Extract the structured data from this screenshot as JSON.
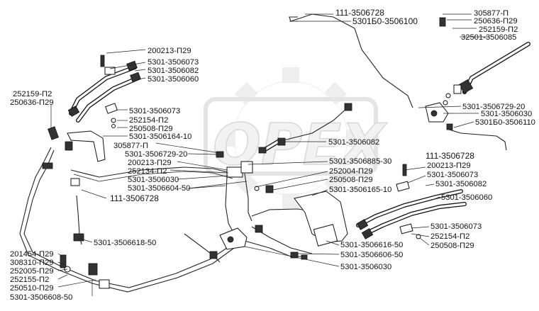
{
  "watermark": {
    "text": "OPEX"
  },
  "labels": [
    {
      "id": "l01",
      "text": "111-3506728"
    },
    {
      "id": "l02",
      "text": "5301Б0-3506100"
    },
    {
      "id": "l03",
      "text": "305877-П"
    },
    {
      "id": "l04",
      "text": "250636-П29"
    },
    {
      "id": "l05",
      "text": "252159-П2"
    },
    {
      "id": "l06",
      "text": "32501-3506085"
    },
    {
      "id": "l07",
      "text": "200213-П29"
    },
    {
      "id": "l08",
      "text": "5301-3506073"
    },
    {
      "id": "l09",
      "text": "5301-3506082"
    },
    {
      "id": "l10",
      "text": "5301-3506060"
    },
    {
      "id": "l11",
      "text": "252159-П2"
    },
    {
      "id": "l12",
      "text": "250636-П29"
    },
    {
      "id": "l13",
      "text": "5301-3506073"
    },
    {
      "id": "l14",
      "text": "252154-П2"
    },
    {
      "id": "l15",
      "text": "250508-П29"
    },
    {
      "id": "l16",
      "text": "5301-3506164-10"
    },
    {
      "id": "l17",
      "text": "305877-П"
    },
    {
      "id": "l18",
      "text": "5301-3506729-20"
    },
    {
      "id": "l19",
      "text": "200213-П29"
    },
    {
      "id": "l20",
      "text": "252134-П2"
    },
    {
      "id": "l21",
      "text": "5301-3506030"
    },
    {
      "id": "l22",
      "text": "5301-3506604-50"
    },
    {
      "id": "l23",
      "text": "111-3506728"
    },
    {
      "id": "l24",
      "text": "5301-3506729-20"
    },
    {
      "id": "l25",
      "text": "5301-3506030"
    },
    {
      "id": "l26",
      "text": "5301Б0-3506110"
    },
    {
      "id": "l27",
      "text": "5301-3506082"
    },
    {
      "id": "l28",
      "text": "5301-3506885-30"
    },
    {
      "id": "l29",
      "text": "252004-П29"
    },
    {
      "id": "l30",
      "text": "250508-П29"
    },
    {
      "id": "l31",
      "text": "5301-3506165-10"
    },
    {
      "id": "l32",
      "text": "111-3506728"
    },
    {
      "id": "l33",
      "text": "200213-П29"
    },
    {
      "id": "l34",
      "text": "5301-3506073"
    },
    {
      "id": "l35",
      "text": "5301-3506082"
    },
    {
      "id": "l36",
      "text": "5301-3506060"
    },
    {
      "id": "l37",
      "text": "5301-3506073"
    },
    {
      "id": "l38",
      "text": "252154-П2"
    },
    {
      "id": "l39",
      "text": "250508-П29"
    },
    {
      "id": "l40",
      "text": "5301-3506618-50"
    },
    {
      "id": "l41",
      "text": "5301-3506616-50"
    },
    {
      "id": "l42",
      "text": "5301-3506606-50"
    },
    {
      "id": "l43",
      "text": "5301-3506030"
    },
    {
      "id": "l44",
      "text": "201454-П29"
    },
    {
      "id": "l45",
      "text": "308310-П29"
    },
    {
      "id": "l46",
      "text": "252005-П29"
    },
    {
      "id": "l47",
      "text": "252155-П2"
    },
    {
      "id": "l48",
      "text": "250510-П29"
    },
    {
      "id": "l49",
      "text": "5301-3506608-50"
    }
  ]
}
